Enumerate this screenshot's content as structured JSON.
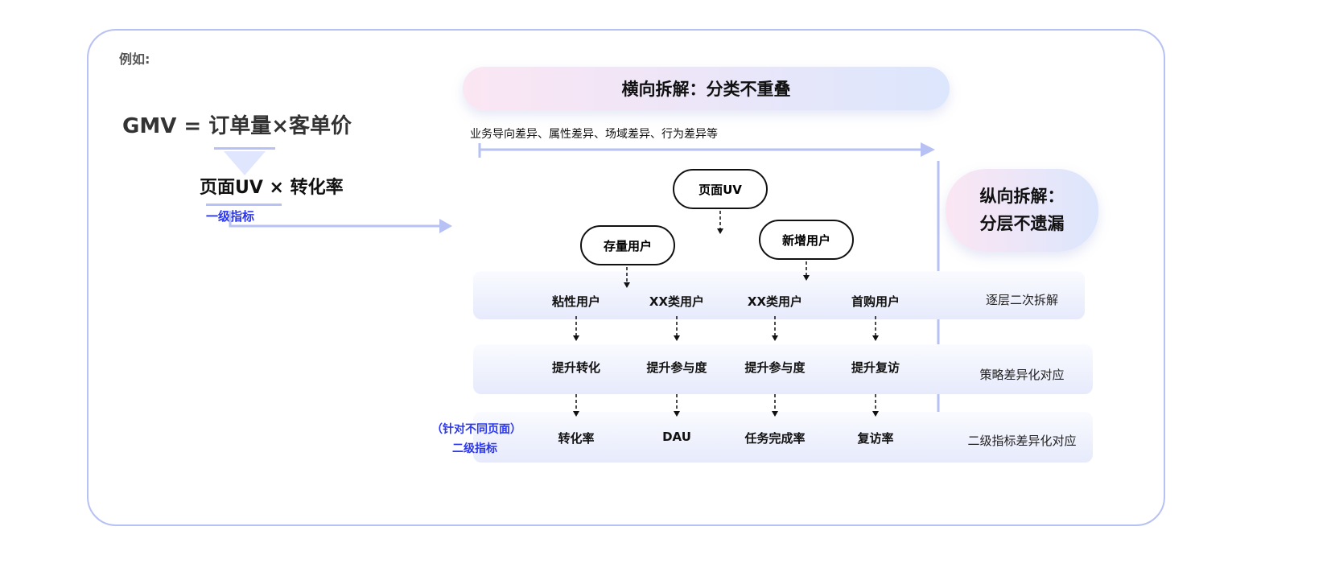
{
  "example_label": "例如:",
  "formula": "GMV = 订单量×客单价",
  "formula2": "页面UV × 转化率",
  "level1_label": "一级指标",
  "horizontal_title": "横向拆解：分类不重叠",
  "horizontal_sub": "业务导向差异、属性差异、场域差异、行为差异等",
  "vertical_title_1": "纵向拆解：",
  "vertical_title_2": "分层不遗漏",
  "nodes": {
    "root": "页面UV",
    "left": "存量用户",
    "right": "新增用户"
  },
  "rows": [
    {
      "items": [
        "粘性用户",
        "XX类用户",
        "XX类用户",
        "首购用户"
      ],
      "side": "逐层二次拆解"
    },
    {
      "items": [
        "提升转化",
        "提升参与度",
        "提升参与度",
        "提升复访"
      ],
      "side": "策略差异化对应"
    },
    {
      "items": [
        "转化率",
        "DAU",
        "任务完成率",
        "复访率"
      ],
      "side": "二级指标差异化对应"
    }
  ],
  "level2_note": "（针对不同页面）",
  "level2_label": "二级指标",
  "colors": {
    "accent": "#2a36f0",
    "line": "#b7c1f3"
  }
}
